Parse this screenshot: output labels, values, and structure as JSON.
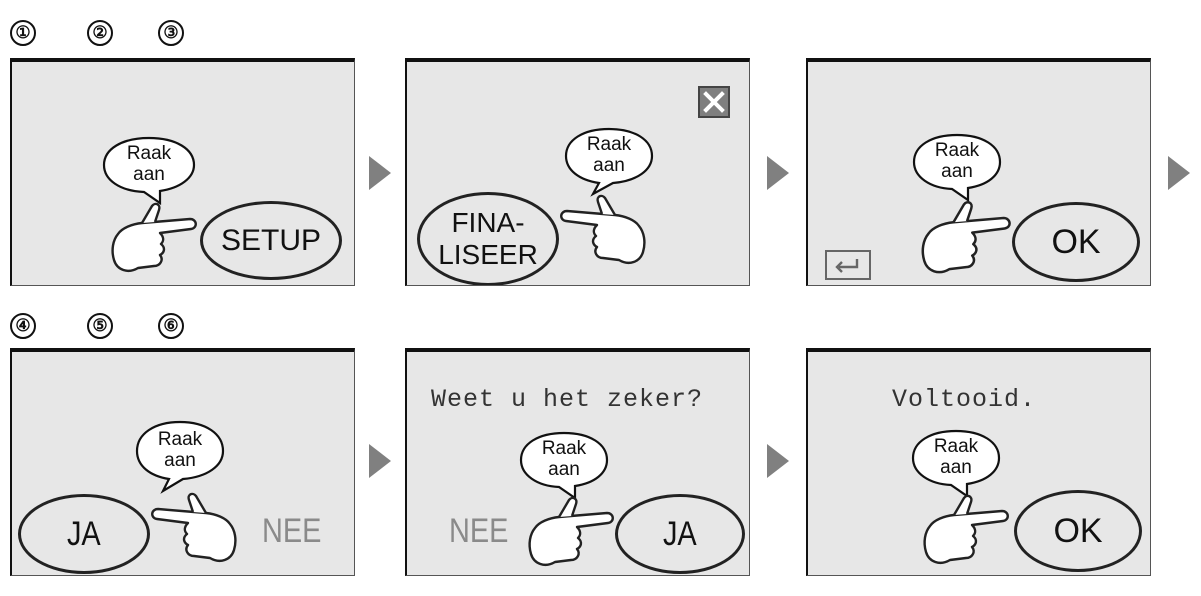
{
  "row1": {
    "markers": [
      "①",
      "②",
      "③"
    ],
    "screen1": {
      "bubble": [
        "Raak",
        "aan"
      ],
      "button": "SETUP"
    },
    "screen2": {
      "bubble": [
        "Raak",
        "aan"
      ],
      "button": [
        "FINA-",
        "LISEER"
      ],
      "close_icon": "close-icon"
    },
    "screen3": {
      "bubble": [
        "Raak",
        "aan"
      ],
      "button": "OK",
      "back_icon": "return-icon"
    }
  },
  "row2": {
    "markers": [
      "④",
      "⑤",
      "⑥"
    ],
    "screen4": {
      "bubble": [
        "Raak",
        "aan"
      ],
      "yes": "JA",
      "no": "NEE"
    },
    "screen5": {
      "message": "Weet u het zeker?",
      "bubble": [
        "Raak",
        "aan"
      ],
      "no": "NEE",
      "yes": "JA"
    },
    "screen6": {
      "message": "Voltooid.",
      "bubble": [
        "Raak",
        "aan"
      ],
      "button": "OK"
    }
  },
  "colors": {
    "screen_bg": "#e7e7e7",
    "arrow": "#808080",
    "close_box": "#7f7f7f",
    "inactive_text": "#8a8a8a"
  }
}
